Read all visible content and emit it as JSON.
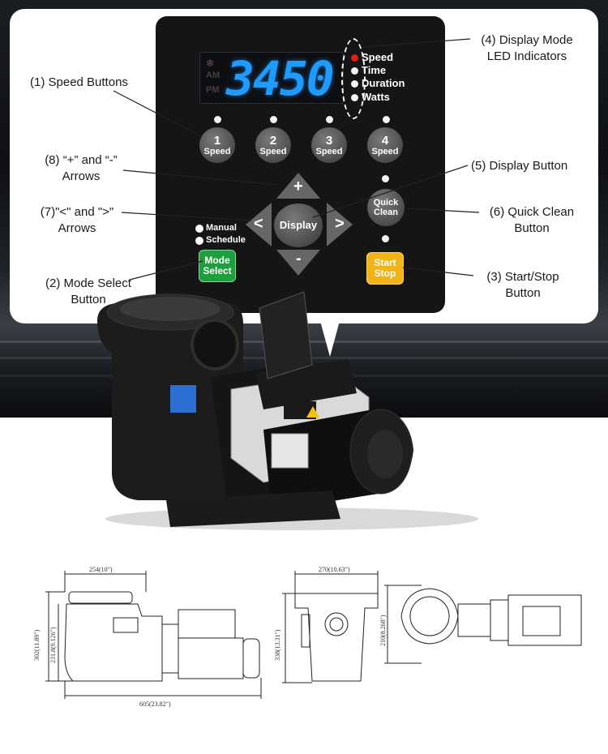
{
  "lcd": {
    "indicators": [
      "AM",
      "PM"
    ],
    "digits": "3450"
  },
  "mode_leds": [
    "Speed",
    "Time",
    "Duration",
    "Watts"
  ],
  "speed_buttons": [
    {
      "num": "1",
      "sub": "Speed"
    },
    {
      "num": "2",
      "sub": "Speed"
    },
    {
      "num": "3",
      "sub": "Speed"
    },
    {
      "num": "4",
      "sub": "Speed"
    }
  ],
  "arrows": {
    "plus": "+",
    "minus": "-",
    "left": "<",
    "right": ">"
  },
  "display_button": "Display",
  "quick_clean": [
    "Quick",
    "Clean"
  ],
  "mode_select": [
    "Mode",
    "Select"
  ],
  "start_stop": [
    "Start",
    "Stop"
  ],
  "mode_options": [
    "Manual",
    "Schedule"
  ],
  "labels": {
    "speed_buttons": "(1) Speed Buttons",
    "mode_select": [
      "(2) Mode Select",
      "Button"
    ],
    "start_stop": [
      "(3) Start/Stop",
      "Button"
    ],
    "display_mode": [
      "(4) Display Mode",
      "LED Indicators"
    ],
    "display_button": "(5) Display Button",
    "quick_clean": [
      "(6) Quick Clean",
      "Button"
    ],
    "lt_gt_arrows": [
      "(7)\"<\" and \">\"",
      "Arrows"
    ],
    "plus_minus_arrows": [
      "(8) “+” and “-”",
      "Arrows"
    ]
  },
  "dimensions": {
    "side_top": "254(10\")",
    "side_height": "302(11.89\")",
    "side_inner_height": "231.8(9.126\")",
    "side_length": "605(23.82\")",
    "front_width": "270(10.63\")",
    "front_height": "338(13.31\")",
    "top_height": "210(8.268\")"
  },
  "colors": {
    "lcd_digits": "#1e9bff",
    "led_active": "#e21b1b",
    "mode_button": "#1f9e3e",
    "start_button": "#f2b318"
  }
}
